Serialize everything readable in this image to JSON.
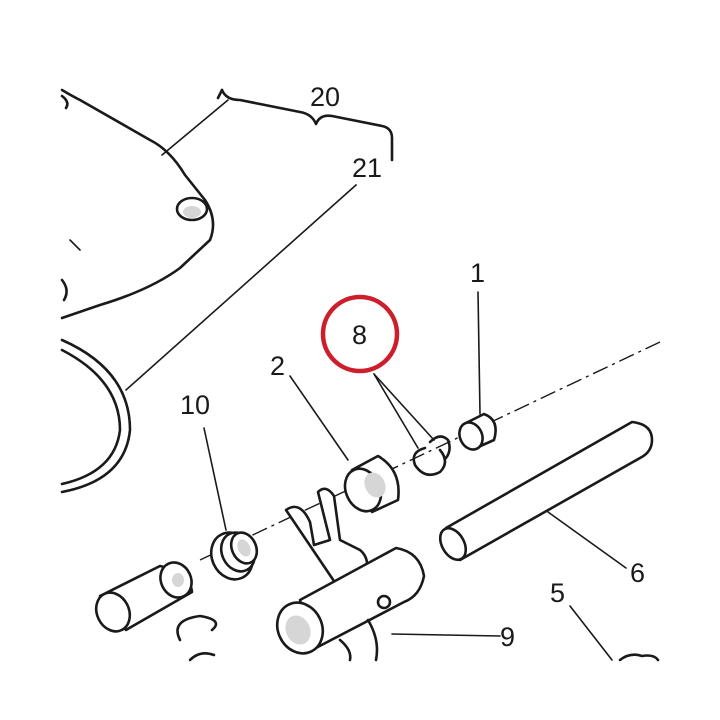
{
  "callouts": {
    "c1": "1",
    "c2": "2",
    "c5": "5",
    "c6": "6",
    "c8": "8",
    "c9": "9",
    "c10": "10",
    "c20": "20",
    "c21": "21"
  },
  "colors": {
    "line": "#1a1a1a",
    "highlight": "#cc1f2b",
    "background": "#ffffff"
  }
}
